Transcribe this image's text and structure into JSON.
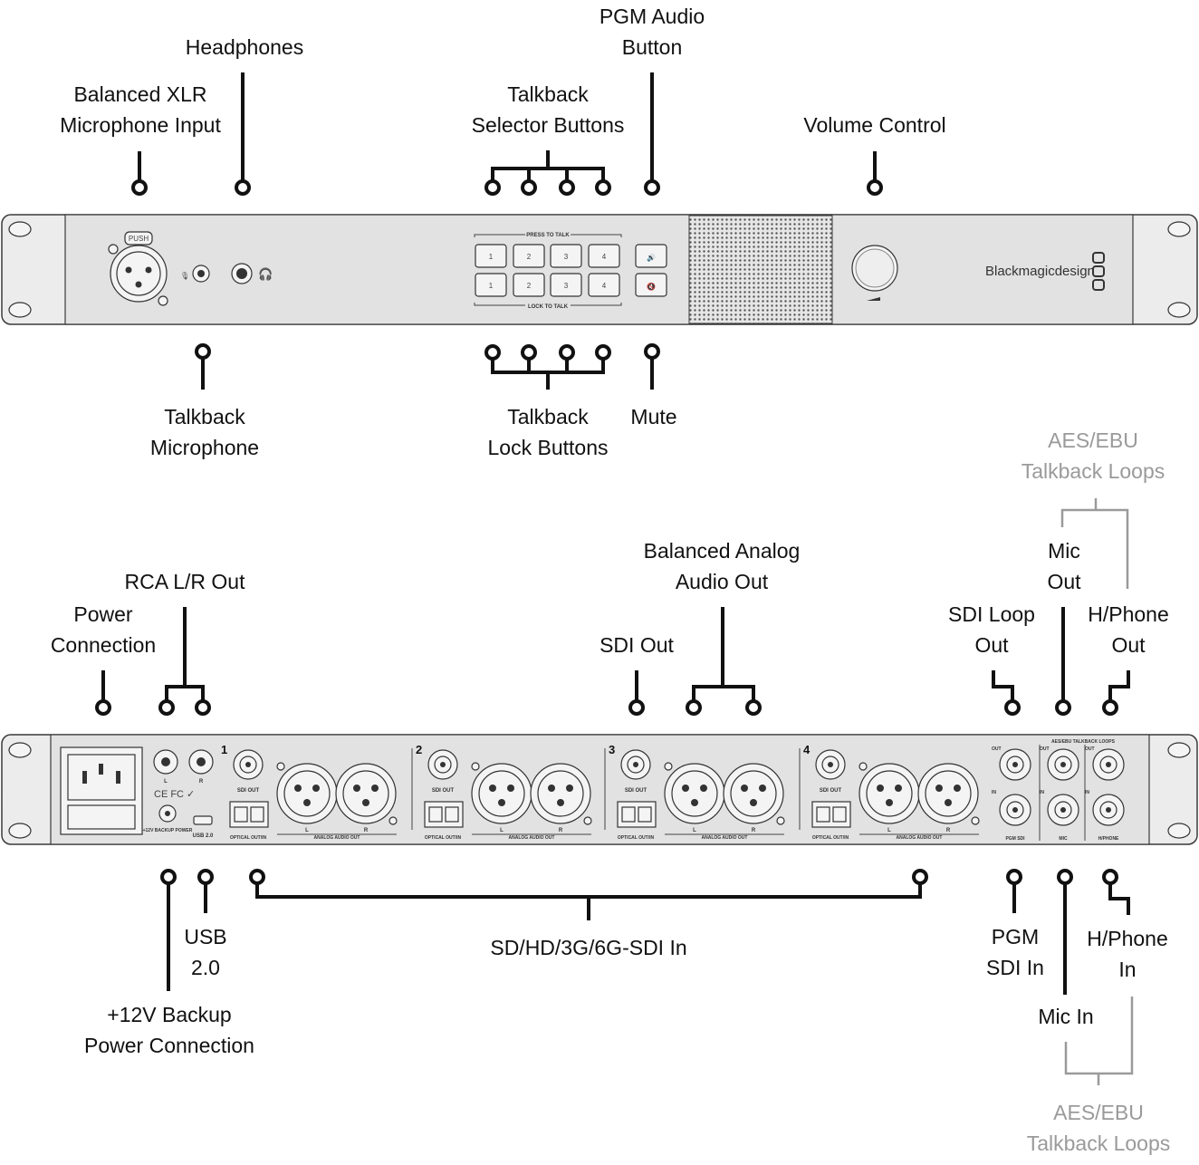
{
  "front_labels": {
    "headphones": "Headphones",
    "balanced_xlr": [
      "Balanced XLR",
      "Microphone Input"
    ],
    "talkback_selector": [
      "Talkback",
      "Selector Buttons"
    ],
    "pgm_audio": [
      "PGM Audio",
      "Button"
    ],
    "volume_control": "Volume Control",
    "talkback_microphone": [
      "Talkback",
      "Microphone"
    ],
    "talkback_lock": [
      "Talkback",
      "Lock Buttons"
    ],
    "mute": "Mute"
  },
  "front_panel": {
    "push": "PUSH",
    "press_to_talk": "PRESS TO TALK",
    "lock_to_talk": "LOCK TO TALK",
    "buttons": [
      "1",
      "2",
      "3",
      "4"
    ],
    "brand": "Blackmagicdesign"
  },
  "rear_labels": {
    "aes_top": [
      "AES/EBU",
      "Talkback Loops"
    ],
    "rca": "RCA L/R Out",
    "power": [
      "Power",
      "Connection"
    ],
    "balanced_analog": [
      "Balanced Analog",
      "Audio Out"
    ],
    "mic_out": [
      "Mic",
      "Out"
    ],
    "sdi_loop_out": [
      "SDI Loop",
      "Out"
    ],
    "hphone_out": [
      "H/Phone",
      "Out"
    ],
    "sdi_out": "SDI Out",
    "usb": [
      "USB",
      "2.0"
    ],
    "sdi_in": "SD/HD/3G/6G-SDI In",
    "pgm_sdi_in": [
      "PGM",
      "SDI In"
    ],
    "hphone_in": [
      "H/Phone",
      "In"
    ],
    "mic_in": "Mic In",
    "backup_power": [
      "+12V Backup",
      "Power Connection"
    ],
    "aes_bottom": [
      "AES/EBU",
      "Talkback Loops"
    ]
  },
  "rear_panel": {
    "channels": [
      "1",
      "2",
      "3",
      "4"
    ],
    "sdi_out": "SDI OUT",
    "optical": "OPTICAL OUT/IN",
    "analog_audio_out": "ANALOG AUDIO OUT",
    "l": "L",
    "r": "R",
    "backup": "+12V BACKUP POWER",
    "usb": "USB 2.0",
    "aes_loops": "AES/EBU TALKBACK LOOPS",
    "out": "OUT",
    "in": "IN",
    "pgm_sdi": "PGM SDI",
    "mic": "MIC",
    "hphone": "H/PHONE"
  }
}
